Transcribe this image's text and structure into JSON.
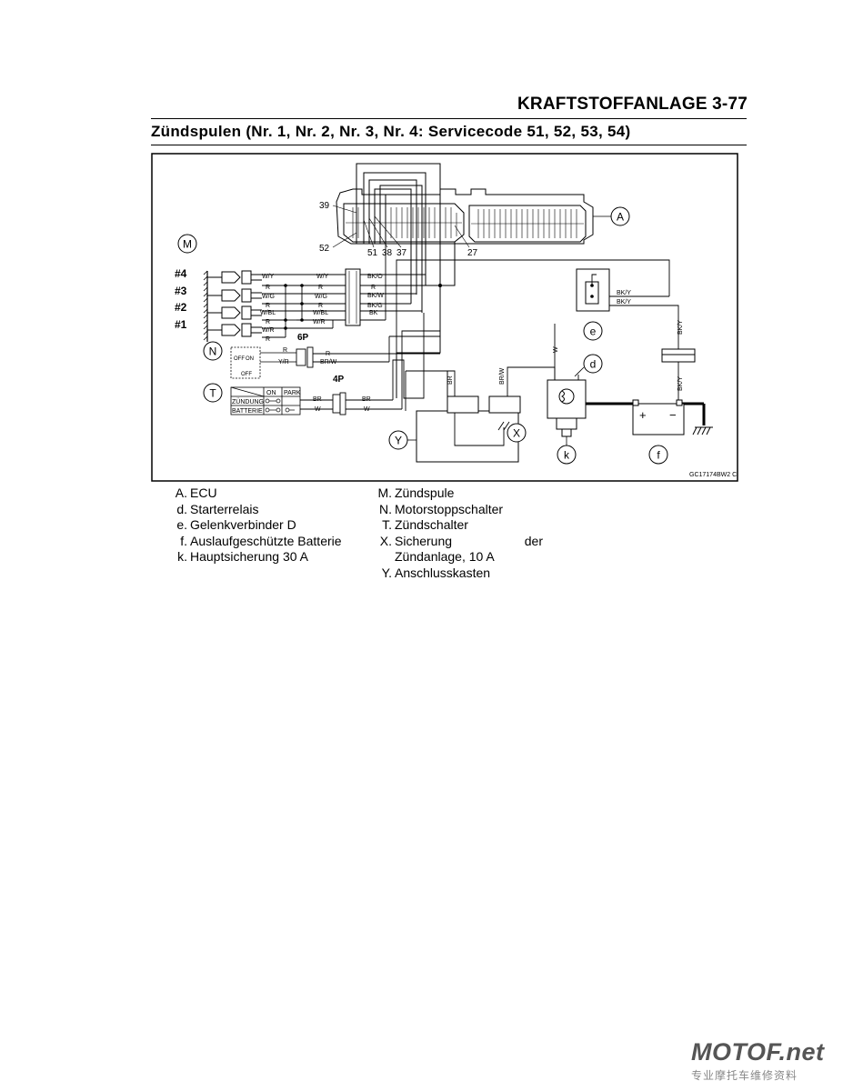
{
  "header": {
    "page_title": "KRAFTSTOFFANLAGE 3-77"
  },
  "section": {
    "title": "Zündspulen (Nr. 1, Nr. 2, Nr. 3, Nr. 4: Servicecode 51, 52, 53, 54)"
  },
  "diagram": {
    "image_code": "GC17174BW2 C",
    "callouts": {
      "A": "A",
      "M": "M",
      "N": "N",
      "T": "T",
      "Y": "Y",
      "X": "X",
      "d": "d",
      "e": "e",
      "f": "f",
      "k": "k"
    },
    "pins": {
      "p39": "39",
      "p52": "52",
      "p51": "51",
      "p38": "38",
      "p37": "37",
      "p27": "27"
    },
    "coils": {
      "c4": "#4",
      "c3": "#3",
      "c2": "#2",
      "c1": "#1"
    },
    "wires": {
      "wy1": "W/Y",
      "r1": "R",
      "wg1": "W/G",
      "r2": "R",
      "wbl1": "W/BL",
      "r3": "R",
      "wr1": "W/R",
      "r4": "R",
      "wy2": "W/Y",
      "r5": "R",
      "wg2": "W/G",
      "r6": "R",
      "wbl2": "W/BL",
      "wr2": "W/R",
      "bko": "BK/O",
      "r7": "R",
      "bkw": "BK/W",
      "bkg": "BK/G",
      "bk": "BK",
      "r8": "R",
      "yr": "Y/R",
      "r9": "R",
      "brw1": "BR/W",
      "br1": "BR",
      "w1": "W",
      "br2": "BR",
      "w2": "W",
      "br3": "BR",
      "brw2": "BR/W",
      "w3": "W",
      "bky1": "BK/Y",
      "bky2": "BK/Y",
      "bky3": "BK/Y",
      "bky4": "BK/Y",
      "plus": "+",
      "minus": "−"
    },
    "connectors": {
      "c6p": "6P",
      "c4p": "4P"
    },
    "switch": {
      "off1": "OFF",
      "on": "ON",
      "off2": "OFF"
    },
    "ign_table": {
      "on": "ON",
      "park": "PARK",
      "row1": "ZÜNDUNG",
      "row2": "BATTERIE"
    }
  },
  "legend": {
    "left": [
      {
        "key": "A.",
        "text": "ECU"
      },
      {
        "key": "d.",
        "text": "Starterrelais"
      },
      {
        "key": "e.",
        "text": "Gelenkverbinder D"
      },
      {
        "key": "f.",
        "text": "Auslaufgeschützte Batterie"
      },
      {
        "key": "k.",
        "text": "Hauptsicherung 30 A"
      }
    ],
    "right": [
      {
        "key": "M.",
        "text": "Zündspule"
      },
      {
        "key": "N.",
        "text": "Motorstoppschalter"
      },
      {
        "key": "T.",
        "text": "Zündschalter"
      },
      {
        "key": "X.",
        "text": "Sicherung der Zündanlage, 10 A"
      },
      {
        "key": "Y.",
        "text": "Anschlusskasten"
      }
    ]
  },
  "watermark": {
    "logo": "MOTOF.net",
    "subtitle": "专业摩托车维修资料"
  }
}
